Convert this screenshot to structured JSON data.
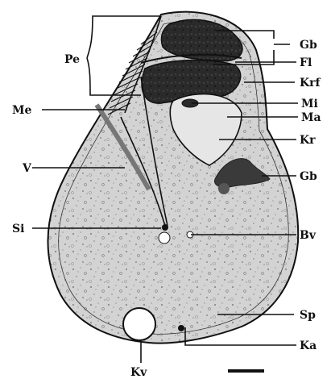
{
  "figure": {
    "labels": {
      "pe": "Pe",
      "me": "Me",
      "v": "V",
      "si": "Si",
      "kv": "Kv",
      "gb_top": "Gb",
      "fl": "Fl",
      "krf": "Krf",
      "mi": "Mi",
      "ma": "Ma",
      "kr": "Kr",
      "gb_mid": "Gb",
      "bv": "Bv",
      "sp": "Sp",
      "ka": "Ka"
    }
  }
}
